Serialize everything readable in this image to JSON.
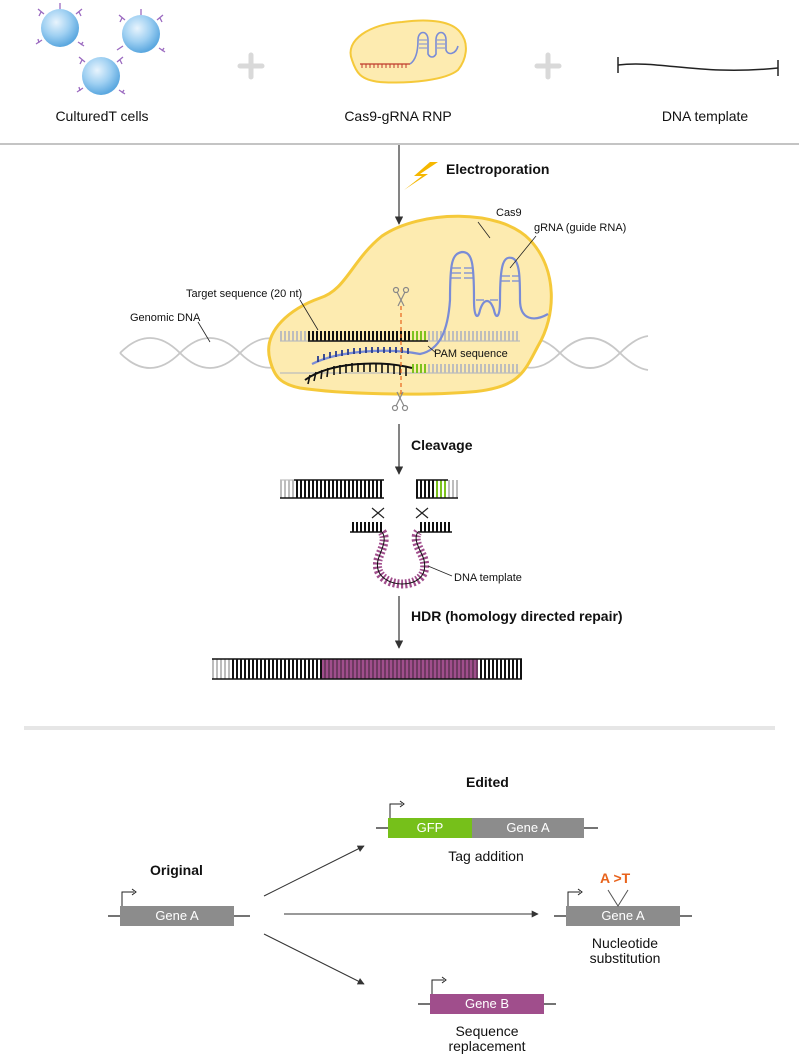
{
  "top_row": {
    "cells_label": "CulturedT cells",
    "rnp_label": "Cas9-gRNA RNP",
    "template_label": "DNA template"
  },
  "steps": {
    "electroporation": "Electroporation",
    "cleavage": "Cleavage",
    "hdr": "HDR (homology directed repair)"
  },
  "complex_labels": {
    "cas9": "Cas9",
    "grna": "gRNA (guide RNA)",
    "target": "Target sequence (20 nt)",
    "genomic": "Genomic DNA",
    "pam": "PAM sequence",
    "dna_template": "DNA template"
  },
  "outcomes": {
    "edited": "Edited",
    "original": "Original",
    "original_gene": "Gene A",
    "tag_gfp": "GFP",
    "tag_gene": "Gene A",
    "tag_caption": "Tag addition",
    "sub_mutation": "A >T",
    "sub_gene": "Gene A",
    "sub_caption": "Nucleotide substitution",
    "rep_gene": "Gene B",
    "rep_caption": "Sequence replacement"
  },
  "colors": {
    "cas9_fill": "#fdebb0",
    "cas9_stroke": "#f5c93a",
    "grna": "#7a8cd6",
    "pam": "#7dc21e",
    "template": "#a04e8c",
    "gene_gray": "#8c8c8c",
    "gfp_green": "#76c01a",
    "mutation": "#e8631c"
  }
}
